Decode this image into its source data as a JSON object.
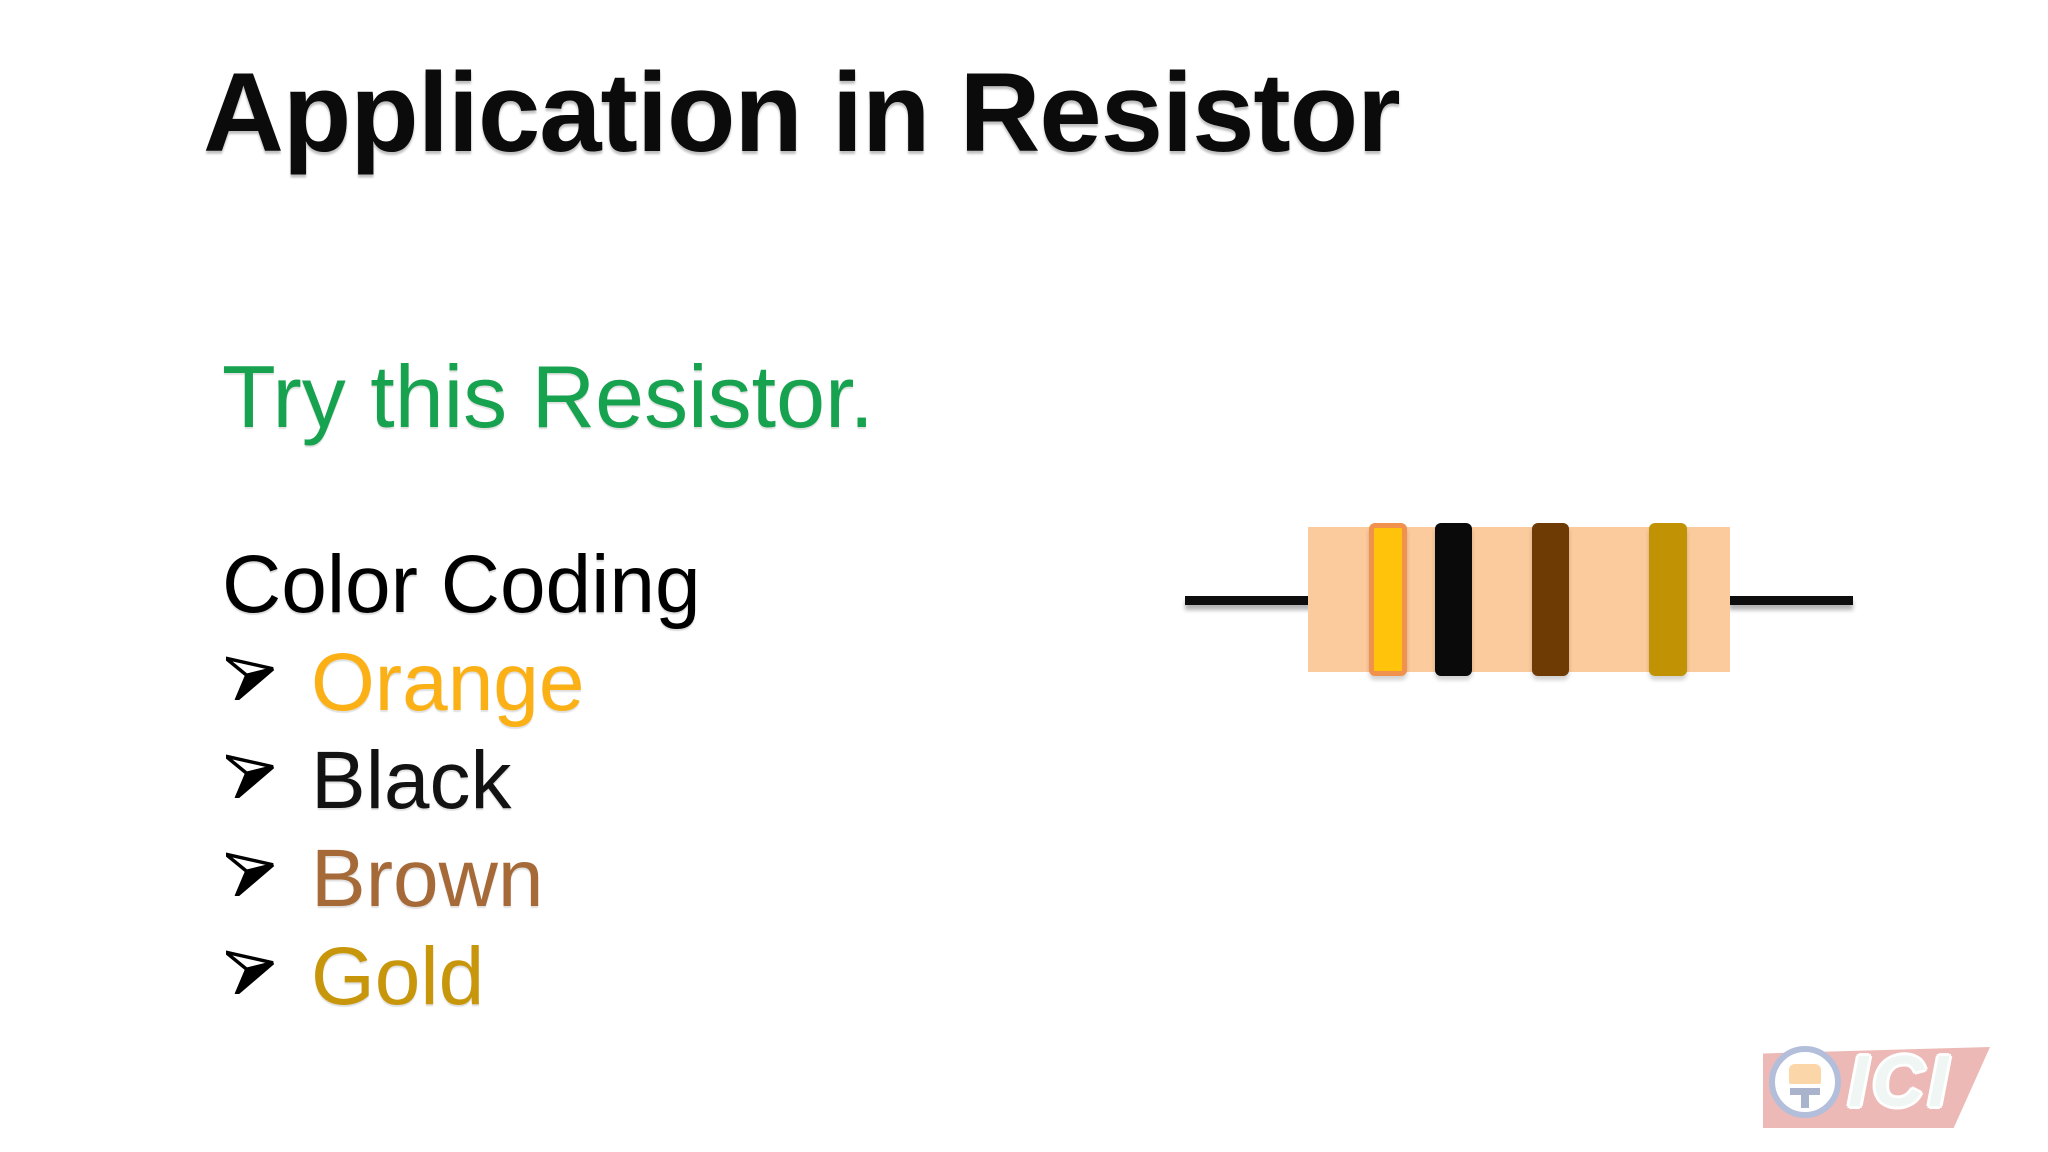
{
  "slide": {
    "title": "Application in Resistor",
    "subtitle": "Try this Resistor.",
    "list": {
      "heading": "Color Coding",
      "bullet_icon": "arrowhead-right",
      "items": [
        {
          "label": "Orange",
          "color": "#FBB116"
        },
        {
          "label": "Black",
          "color": "#121212"
        },
        {
          "label": "Brown",
          "color": "#A56A38"
        },
        {
          "label": "Gold",
          "color": "#C8960B"
        }
      ]
    }
  },
  "resistor": {
    "body_color": "#FBCB9D",
    "lead_color": "#0D0D0D",
    "bands": [
      {
        "name": "orange",
        "fill": "#FFC30B",
        "border": "#F0924E"
      },
      {
        "name": "black",
        "fill": "#0A0A0A"
      },
      {
        "name": "brown",
        "fill": "#6F3B05"
      },
      {
        "name": "gold",
        "fill": "#C09204"
      }
    ]
  },
  "watermark": {
    "text": "ICI",
    "banner_color": "#CE4A41",
    "ring_color": "#3A57A0",
    "icon_color": "#F7941D",
    "letter_color": "#D6E9E1"
  },
  "colors": {
    "title": "#0B0B0B",
    "subtitle": "#17A24F",
    "heading": "#000000",
    "background": "#FFFFFF"
  }
}
